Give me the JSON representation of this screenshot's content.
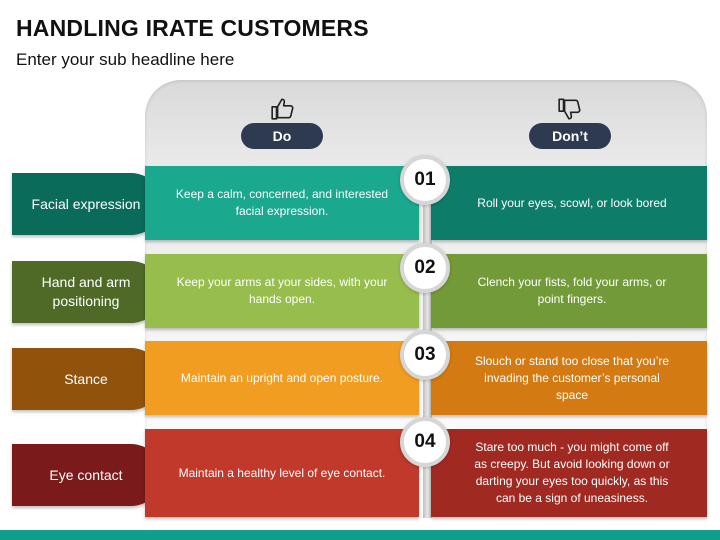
{
  "header": {
    "title": "HANDLING IRATE CUSTOMERS",
    "subtitle": "Enter your sub headline here"
  },
  "columns": {
    "do_label": "Do",
    "do_icon": "thumbs-up-icon",
    "dont_label": "Don’t",
    "dont_icon": "thumbs-down-icon"
  },
  "rows": [
    {
      "number": "01",
      "label": "Facial expression",
      "do": "Keep a calm, concerned, and interested facial expression.",
      "dont": "Roll your eyes, scowl, or look bored",
      "colors": {
        "label": "#0b6b5b",
        "do": "#1aa88e",
        "dont": "#0d7d69"
      }
    },
    {
      "number": "02",
      "label": "Hand and arm positioning",
      "do": "Keep your arms at your sides, with your hands open.",
      "dont": "Clench your fists, fold your arms, or point fingers.",
      "colors": {
        "label": "#4f6a27",
        "do": "#97bd4c",
        "dont": "#739a38"
      }
    },
    {
      "number": "03",
      "label": "Stance",
      "do": "Maintain an upright and open posture.",
      "dont": "Slouch or stand too close that you’re invading the customer’s personal space",
      "colors": {
        "label": "#91530c",
        "do": "#f19d22",
        "dont": "#d47a12"
      }
    },
    {
      "number": "04",
      "label": "Eye contact",
      "do": "Maintain a healthy level of eye contact.",
      "dont": "Stare too much - you might come off as creepy. But avoid looking down or darting your eyes too quickly, as this can be a sign of uneasiness.",
      "colors": {
        "label": "#7a1a1a",
        "do": "#c0392b",
        "dont": "#a02a22"
      }
    }
  ],
  "colors": {
    "pill": "#2e3a4f",
    "accent_bar": "#0f9e89"
  }
}
